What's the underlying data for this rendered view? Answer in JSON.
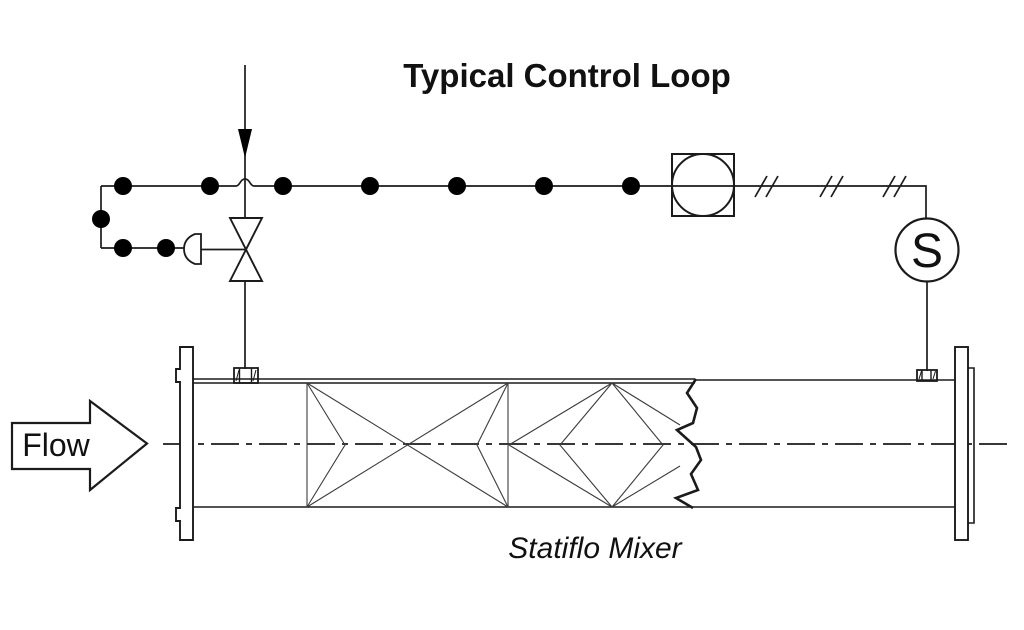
{
  "diagram": {
    "title": "Typical Control Loop",
    "flow_label": "Flow",
    "mixer_label": "Statiflo Mixer",
    "sensor_label": "S",
    "colors": {
      "line": "#1b1b1b",
      "thin_line": "#3c3c3c",
      "background": "#ffffff"
    }
  }
}
